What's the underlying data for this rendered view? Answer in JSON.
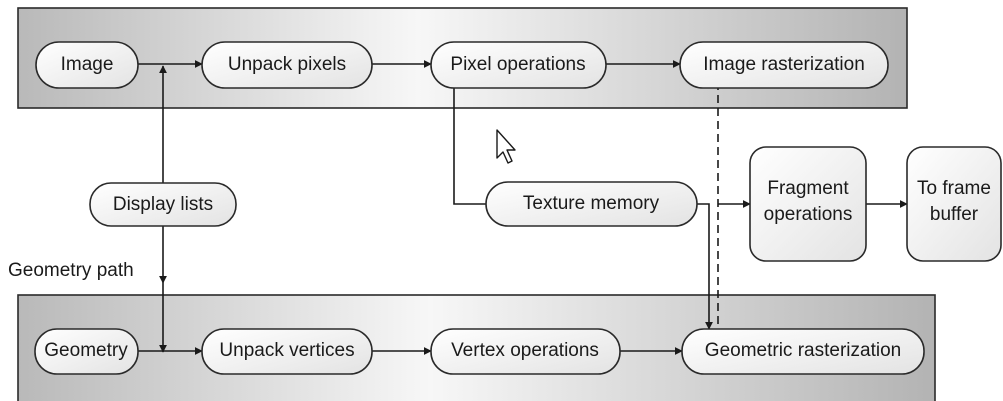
{
  "nodes": {
    "image": "Image",
    "unpack_pixels": "Unpack pixels",
    "pixel_operations": "Pixel operations",
    "image_rasterization": "Image rasterization",
    "display_lists": "Display lists",
    "texture_memory": "Texture memory",
    "fragment_operations": [
      "Fragment",
      "operations"
    ],
    "to_frame_buffer": [
      "To frame",
      "buffer"
    ],
    "geometry": "Geometry",
    "unpack_vertices": "Unpack vertices",
    "vertex_operations": "Vertex operations",
    "geometric_rasterization": "Geometric rasterization"
  },
  "labels": {
    "geometry_path": "Geometry path"
  }
}
